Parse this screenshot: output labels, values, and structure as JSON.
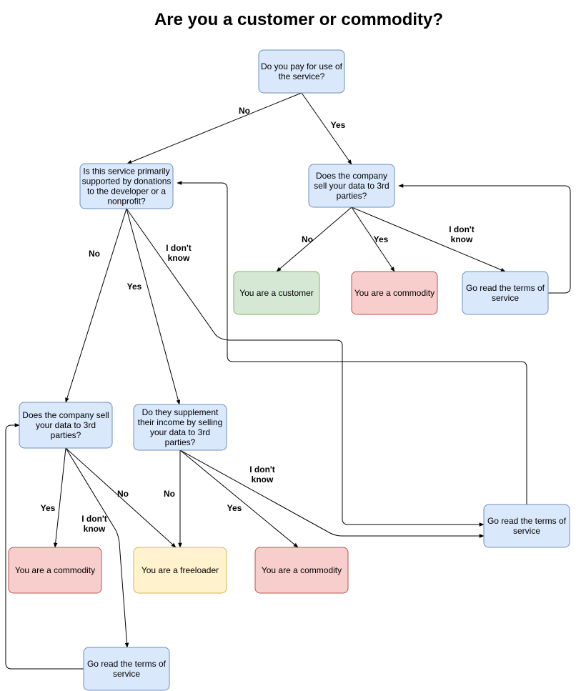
{
  "title": "Are you a customer or commodity?",
  "colors": {
    "question_fill": "#dae8fc",
    "question_stroke": "#6c8ebf",
    "customer_fill": "#d5e8d4",
    "customer_stroke": "#82b366",
    "commodity_fill": "#f8cecc",
    "commodity_stroke": "#b85450",
    "freeloader_fill": "#fff2cc",
    "freeloader_stroke": "#d6b656",
    "edge": "#000000"
  },
  "nodes": [
    {
      "id": "pay",
      "kind": "question",
      "lines": [
        "Do you pay for use of",
        "the service?"
      ]
    },
    {
      "id": "donations",
      "kind": "question",
      "lines": [
        "Is this service primarily",
        "supported by donations",
        "to the developer or a",
        "nonprofit?"
      ]
    },
    {
      "id": "sell_paid",
      "kind": "question",
      "lines": [
        "Does the company",
        "sell your data to 3rd",
        "parties?"
      ]
    },
    {
      "id": "customer",
      "kind": "customer",
      "lines": [
        "You are a customer"
      ]
    },
    {
      "id": "commodity_paid",
      "kind": "commodity",
      "lines": [
        "You are a commodity"
      ]
    },
    {
      "id": "terms_paid",
      "kind": "question",
      "lines": [
        "Go read the terms of",
        "service"
      ]
    },
    {
      "id": "sell_free",
      "kind": "question",
      "lines": [
        "Does the company sell",
        "your data to 3rd",
        "parties?"
      ]
    },
    {
      "id": "supplement",
      "kind": "question",
      "lines": [
        "Do they supplement",
        "their income by selling",
        "your data to 3rd",
        "parties?"
      ]
    },
    {
      "id": "terms_donation",
      "kind": "question",
      "lines": [
        "Go read the terms of",
        "service"
      ]
    },
    {
      "id": "commodity_free",
      "kind": "commodity",
      "lines": [
        "You are a commodity"
      ]
    },
    {
      "id": "freeloader",
      "kind": "freeloader",
      "lines": [
        "You are a freeloader"
      ]
    },
    {
      "id": "commodity_supplement",
      "kind": "commodity",
      "lines": [
        "You are a commodity"
      ]
    },
    {
      "id": "terms_free",
      "kind": "question",
      "lines": [
        "Go read the terms of",
        "service"
      ]
    }
  ],
  "edges": [
    {
      "id": "pay-no",
      "from": "pay",
      "to": "donations",
      "label": [
        "No"
      ]
    },
    {
      "id": "pay-yes",
      "from": "pay",
      "to": "sell_paid",
      "label": [
        "Yes"
      ]
    },
    {
      "id": "sellpaid-no",
      "from": "sell_paid",
      "to": "customer",
      "label": [
        "No"
      ]
    },
    {
      "id": "sellpaid-yes",
      "from": "sell_paid",
      "to": "commodity_paid",
      "label": [
        "Yes"
      ]
    },
    {
      "id": "sellpaid-idk",
      "from": "sell_paid",
      "to": "terms_paid",
      "label": [
        "I don't",
        "know"
      ]
    },
    {
      "id": "termspaid-back",
      "from": "terms_paid",
      "to": "sell_paid",
      "label": []
    },
    {
      "id": "donations-no",
      "from": "donations",
      "to": "sell_free",
      "label": [
        "No"
      ]
    },
    {
      "id": "donations-yes",
      "from": "donations",
      "to": "supplement",
      "label": [
        "Yes"
      ]
    },
    {
      "id": "donations-idk",
      "from": "donations",
      "to": "terms_donation",
      "label": [
        "I don't",
        "know"
      ]
    },
    {
      "id": "termsdonation-back",
      "from": "terms_donation",
      "to": "donations",
      "label": []
    },
    {
      "id": "sellfree-yes",
      "from": "sell_free",
      "to": "commodity_free",
      "label": [
        "Yes"
      ]
    },
    {
      "id": "sellfree-no",
      "from": "sell_free",
      "to": "freeloader",
      "label": [
        "No"
      ]
    },
    {
      "id": "sellfree-idk",
      "from": "sell_free",
      "to": "terms_free",
      "label": [
        "I don't",
        "know"
      ]
    },
    {
      "id": "termsfree-back",
      "from": "terms_free",
      "to": "sell_free",
      "label": []
    },
    {
      "id": "supplement-no",
      "from": "supplement",
      "to": "freeloader",
      "label": [
        "No"
      ]
    },
    {
      "id": "supplement-yes",
      "from": "supplement",
      "to": "commodity_supplement",
      "label": [
        "Yes"
      ]
    },
    {
      "id": "supplement-idk",
      "from": "supplement",
      "to": "terms_donation",
      "label": [
        "I don't",
        "know"
      ]
    }
  ]
}
